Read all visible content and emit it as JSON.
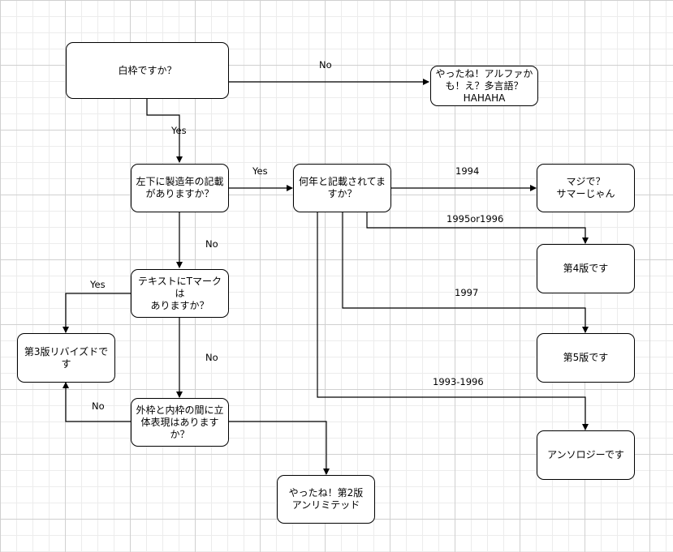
{
  "nodes": {
    "start": "白枠ですか？",
    "alpha": "やったね！アルファか\nも！え？多言語？\nHAHAHA",
    "made_year": "左下に製造年の記載\nがありますか？",
    "which_year": "何年と記載されてま\nすか？",
    "summer": "マジで？\nサマーじゃん",
    "ed4": "第4版です",
    "ed5": "第5版です",
    "anthology": "アンソロジーです",
    "t_mark": "テキストにTマークは\nありますか？",
    "revised3": "第3版リバイズドです",
    "three_d": "外枠と内枠の間に立\n体表現はありますか？",
    "unlimited": "やったね！第2版\nアンリミテッド"
  },
  "edges": {
    "no_alpha": "No",
    "yes_made_year": "Yes",
    "yes_which_year": "Yes",
    "no_t_mark": "No",
    "y1994": "1994",
    "y1995or1996": "1995or1996",
    "y1997": "1997",
    "y1993_1996": "1993-1996",
    "yes_revised3": "Yes",
    "no_three_d": "No",
    "no_revised3": "No"
  }
}
